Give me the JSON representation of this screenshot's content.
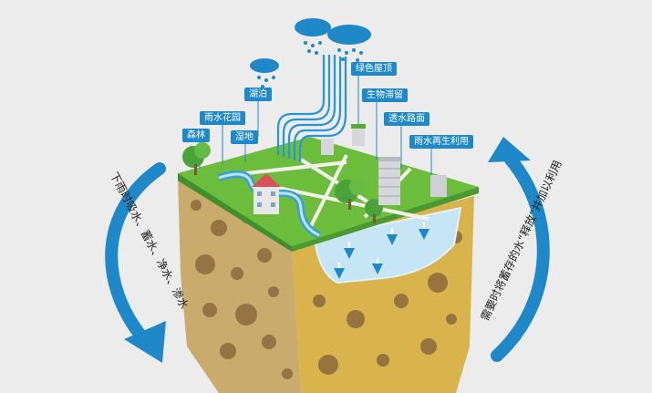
{
  "labels": {
    "forest": "森林",
    "rain_garden": "雨水花园",
    "lake": "湖泊",
    "wetland": "湿地",
    "green_roof": "绿色屋顶",
    "bioretention": "生物滞留",
    "permeable_pavement": "透水路面",
    "rainwater_reuse": "雨水再生利用"
  },
  "side_text": {
    "left": "下雨时吸水、蓄水、净水、渗水",
    "right": "需要时将蓄存的水“释放”并加以利用"
  },
  "colors": {
    "label_bg": "#1e88c8",
    "arrow": "#1e88c8",
    "soil": "#c9ab6d",
    "soil_right": "#d9b44c",
    "grass": "#6cbd3c",
    "water": "#c6e6f5",
    "rain_cloud": "#1e88c8"
  }
}
